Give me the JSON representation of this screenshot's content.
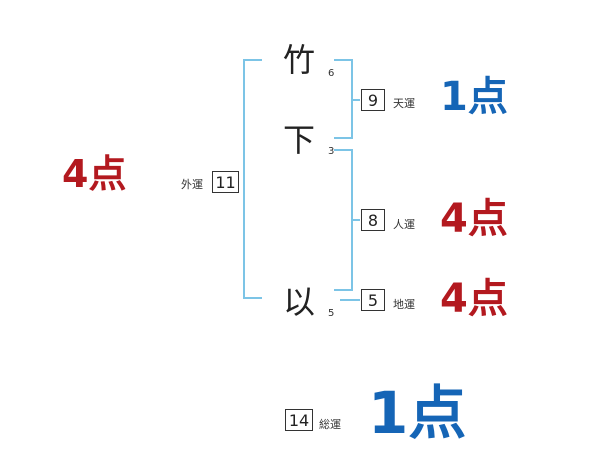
{
  "colors": {
    "bracket": "#7cc4e6",
    "good": "#1565b6",
    "bad": "#b3191f"
  },
  "characters": [
    {
      "char": "竹",
      "strokes": "6"
    },
    {
      "char": "下",
      "strokes": "3"
    },
    {
      "char": "以",
      "strokes": "5"
    }
  ],
  "gaiun": {
    "label": "外運",
    "value": "11",
    "score": "4点"
  },
  "tenun": {
    "label": "天運",
    "value": "9",
    "score": "1点"
  },
  "jinun": {
    "label": "人運",
    "value": "8",
    "score": "4点"
  },
  "chiun": {
    "label": "地運",
    "value": "5",
    "score": "4点"
  },
  "souun": {
    "label": "総運",
    "value": "14",
    "score": "1点"
  }
}
